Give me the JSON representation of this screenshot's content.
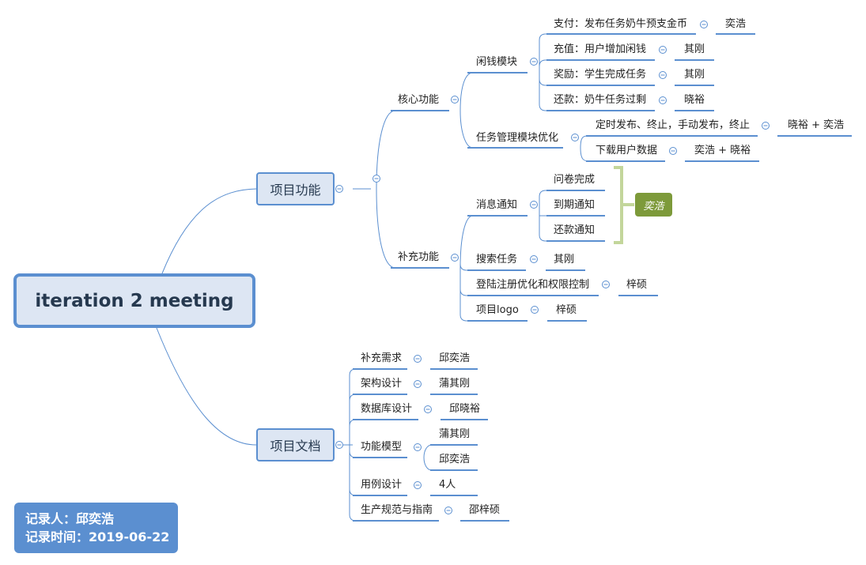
{
  "root": "iteration 2 meeting",
  "branches": {
    "features": "项目功能",
    "docs": "项目文档"
  },
  "features": {
    "core": {
      "label": "核心功能",
      "idle": {
        "label": "闲钱模块",
        "items": [
          {
            "task": "支付：发布任务奶牛预支金币",
            "owner": "奕浩"
          },
          {
            "task": "充值：用户增加闲钱",
            "owner": "其刚"
          },
          {
            "task": "奖励：学生完成任务",
            "owner": "其刚"
          },
          {
            "task": "还款：奶牛任务过剩",
            "owner": "晓裕"
          }
        ]
      },
      "taskmgmt": {
        "label": "任务管理模块优化",
        "items": [
          {
            "task": "定时发布、终止，手动发布，终止",
            "owner": "晓裕 + 奕浩"
          },
          {
            "task": "下载用户数据",
            "owner": "奕浩 + 晓裕"
          }
        ]
      }
    },
    "extra": {
      "label": "补充功能",
      "notify": {
        "label": "消息通知",
        "items": [
          "问卷完成",
          "到期通知",
          "还款通知"
        ],
        "owner": "奕浩"
      },
      "others": [
        {
          "task": "搜索任务",
          "owner": "其刚"
        },
        {
          "task": "登陆注册优化和权限控制",
          "owner": "梓硕"
        },
        {
          "task": "项目logo",
          "owner": "梓硕"
        }
      ]
    }
  },
  "docs": {
    "items": [
      {
        "task": "补充需求",
        "owners": [
          "邱奕浩"
        ]
      },
      {
        "task": "架构设计",
        "owners": [
          "蒲其刚"
        ]
      },
      {
        "task": "数据库设计",
        "owners": [
          "邱晓裕"
        ]
      },
      {
        "task": "功能模型",
        "owners": [
          "蒲其刚",
          "邱奕浩"
        ]
      },
      {
        "task": "用例设计",
        "owners": [
          "4人"
        ]
      },
      {
        "task": "生产规范与指南",
        "owners": [
          "邵梓硕"
        ]
      }
    ]
  },
  "note": {
    "recorder": "记录人：邱奕浩",
    "time": "记录时间：2019-06-22"
  },
  "colors": {
    "line": "#5b8fd0",
    "node_fill": "#dde6f3",
    "summary_tag": "#7d9a3a",
    "bracket": "#c3d69b"
  }
}
